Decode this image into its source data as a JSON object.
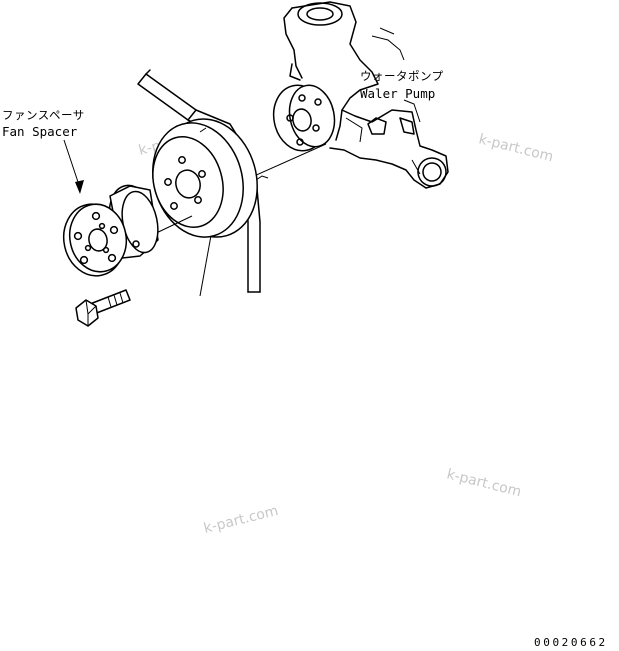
{
  "labels": {
    "water_pump_jp": "ウォータポンプ",
    "water_pump_en": "Waler Pump",
    "fan_spacer_jp": "ファンスペーサ",
    "fan_spacer_en": "Fan Spacer"
  },
  "watermarks": [
    "k-part.com",
    "k-part.com",
    "k-part.com",
    "k-part.com"
  ],
  "drawing_number": "00020662"
}
